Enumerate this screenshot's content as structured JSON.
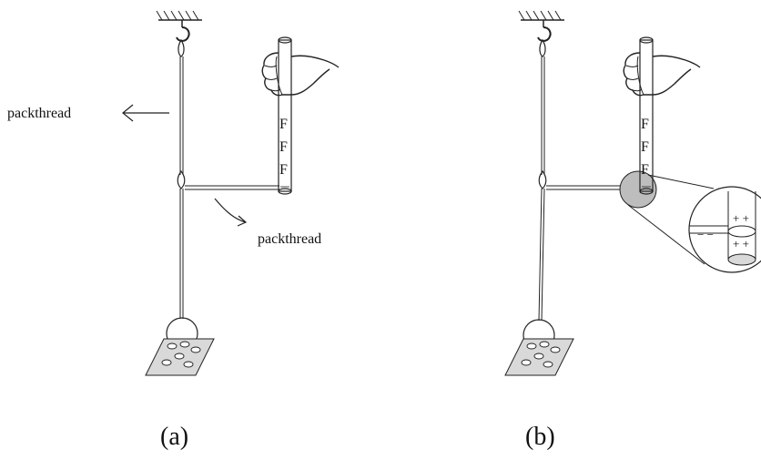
{
  "panel_a": {
    "caption": "(a)",
    "label_upper": "packthread",
    "label_lower": "packthread",
    "rod_letters": [
      "F",
      "F",
      "F"
    ]
  },
  "panel_b": {
    "caption": "(b)",
    "rod_letters": [
      "F",
      "F",
      "F"
    ],
    "zoom_upper_charges": "+ +",
    "zoom_lower_charges": "+ +",
    "zoom_thread_charges": "− −"
  },
  "colors": {
    "line": "#222222",
    "paper_fill": "#d9d9d9",
    "highlight_fill": "#bdbdbd"
  },
  "icons": [
    "ceiling-hatch",
    "hook",
    "hand",
    "glass-rod",
    "pendulum-ball",
    "paper-scraps",
    "arrow-left",
    "curved-arrow",
    "magnifier-circle"
  ]
}
